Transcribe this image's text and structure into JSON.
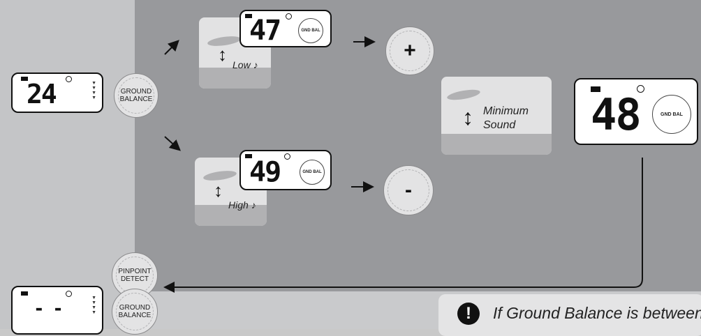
{
  "buttons": {
    "ground_balance": "GROUND\nBALANCE",
    "pinpoint_detect": "PINPOINT\nDETECT",
    "ground_balance_bottom": "GROUND\nBALANCE",
    "plus": "+",
    "minus": "-"
  },
  "displays": {
    "left": {
      "value": "24"
    },
    "low": {
      "value": "47",
      "gnd_label": "GND BAL"
    },
    "high": {
      "value": "49",
      "gnd_label": "GND BAL"
    },
    "result": {
      "value": "48",
      "gnd_label": "GND BAL"
    },
    "bottom": {
      "value": "- -"
    }
  },
  "scenes": {
    "low": {
      "label": "Low",
      "icon": "music-note-icon"
    },
    "high": {
      "label": "High",
      "icon": "music-note-icon"
    },
    "minimum": {
      "label_line1": "Minimum",
      "label_line2": "Sound"
    }
  },
  "note": {
    "text": "If Ground Balance is between",
    "icon": "exclamation-icon"
  },
  "colors": {
    "left_panel": "#c4c5c7",
    "main_panel": "#98999c",
    "scene_bg": "#e2e2e3"
  }
}
